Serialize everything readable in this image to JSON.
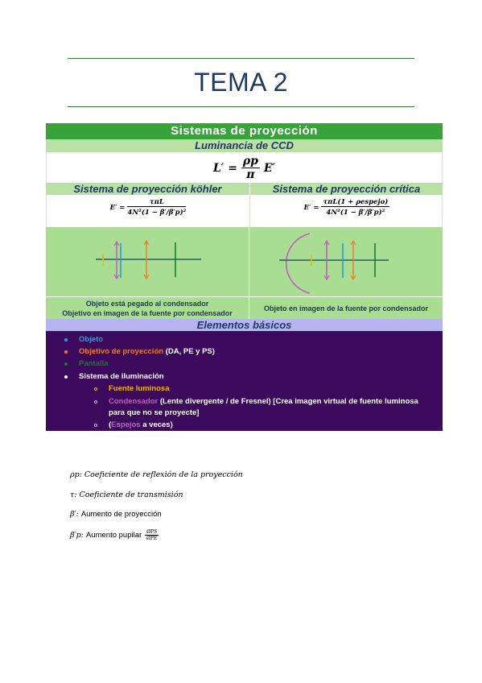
{
  "page": {
    "title": "TEMA 2"
  },
  "table": {
    "header": "Sistemas de proyección",
    "luminancia_title": "Luminancia de CCD",
    "formula_L": {
      "lhs": "L′ =",
      "num": "ρp",
      "den": "π",
      "rhs": "E′"
    },
    "kohler": {
      "title": "Sistema de proyección köhler",
      "formula": {
        "lhs": "E′ =",
        "num": "τπL",
        "den": "4N²(1 − β′/β′p)²"
      },
      "caption_line1": "Objeto está pegado al condensador",
      "caption_line2": "Objetivo en imagen de la fuente por condensador"
    },
    "critica": {
      "title": "Sistema de proyección crítica",
      "formula": {
        "lhs": "E′ =",
        "num": "τπL(1 + ρespejo)",
        "den": "4N²(1 − β′/β′p)²"
      },
      "caption": "Objeto en imagen de la fuente por condensador"
    },
    "elementos_title": "Elementos básicos",
    "elementos": {
      "objeto": "Objeto",
      "objetivo": "Objetivo de proyección",
      "objetivo_extra": " (DA, PE y PS)",
      "pantalla": "Pantalla",
      "sistema": "Sistema de iluminación",
      "fuente": "Fuente luminosa",
      "condensador": "Condensador",
      "condensador_extra1": " (Lente divergente / de Fresnel) [Crea imagen virtual de fuente luminosa",
      "condensador_extra2": "para que no se proyecte]",
      "espejos_open": "(",
      "espejos": "Espejos",
      "espejos_extra": " a veces)"
    }
  },
  "notes": {
    "rho_symbol": "ρp:",
    "rho_text": "Coeficiente de reflexión de la proyección",
    "tau_symbol": "τ:",
    "tau_text": "Coeficiente de transmisión",
    "beta_symbol": "β′:",
    "beta_text": "Aumento de proyección",
    "betap_symbol": "β′p:",
    "betap_text": "Aumento pupilar",
    "betap_frac_num": "ØPS",
    "betap_frac_den": "ØPE"
  },
  "colors": {
    "header_green": "#38a339",
    "light_green": "#b7e2a3",
    "diagram_green": "#a9dd92",
    "lavender": "#b4b4f0",
    "purple": "#3b0a5c",
    "objeto": "#2a9fd6",
    "objetivo": "#f07b2a",
    "pantalla": "#1a7a2a",
    "fuente": "#f5b400",
    "condensador": "#c05cc0",
    "axis": "#1f5f73"
  }
}
